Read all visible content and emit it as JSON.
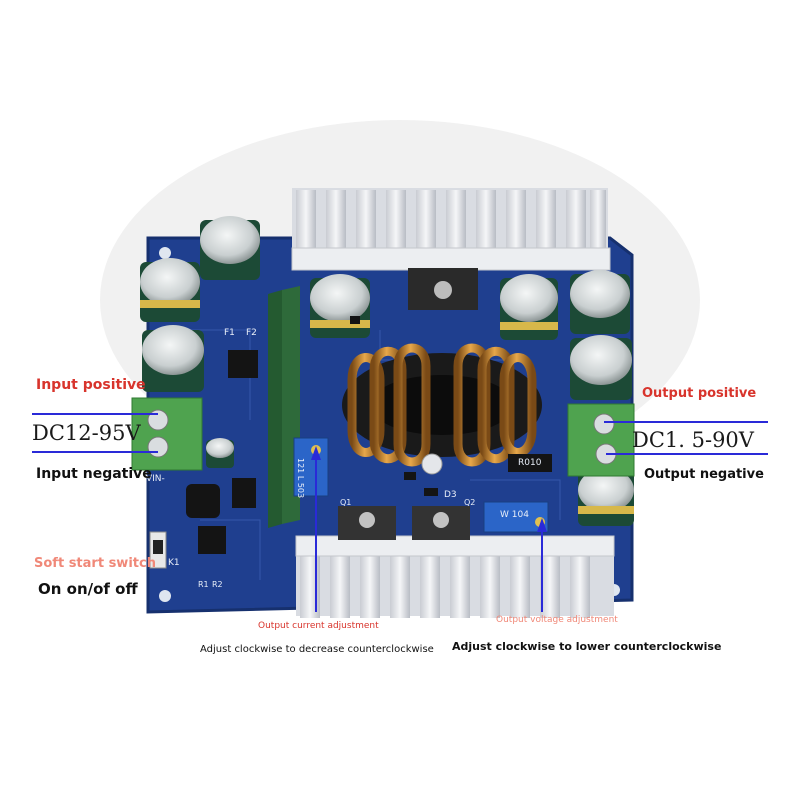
{
  "labels": {
    "input_positive": "Input positive",
    "input_negative": "Input negative",
    "input_voltage": "DC12-95V",
    "output_positive": "Output positive",
    "output_negative": "Output negative",
    "output_voltage": "DC1. 5-90V",
    "soft_start_title": "Soft start switch",
    "soft_start_state": "On on/of off",
    "current_adj_title": "Output current adjustment",
    "current_adj_desc": "Adjust clockwise to decrease counterclockwise",
    "voltage_adj_title": "Output voltage adjustment",
    "voltage_adj_desc": "Adjust clockwise to lower counterclockwise"
  },
  "board_silkscreen": {
    "vin_minus": "VIN-",
    "r010": "R010",
    "pot_left": "121 L 503",
    "pot_right": "W 104",
    "k1": "K1",
    "f1": "F1",
    "f2": "F2",
    "d3": "D3",
    "q1": "Q1",
    "q2": "Q2",
    "r1": "R1",
    "r2": "R2"
  },
  "colors": {
    "pcb": "#1f3f8f",
    "heatsink": "#e4e6ea",
    "coil": "#c8862c",
    "terminal": "#4fa34f",
    "red_label": "#d8342c",
    "pink_label": "#f08878",
    "arrow": "#2a2ad8"
  }
}
